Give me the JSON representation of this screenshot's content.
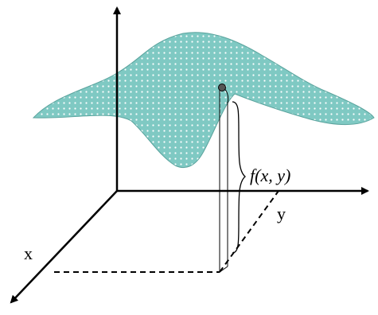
{
  "diagram": {
    "labels": {
      "x_axis": "x",
      "y_axis": "y",
      "function": "f(x, y)"
    },
    "colors": {
      "surface_fill": "#7fc9c3",
      "surface_dots": "#ffffff",
      "lines": "#000000",
      "point": "#555555"
    }
  }
}
